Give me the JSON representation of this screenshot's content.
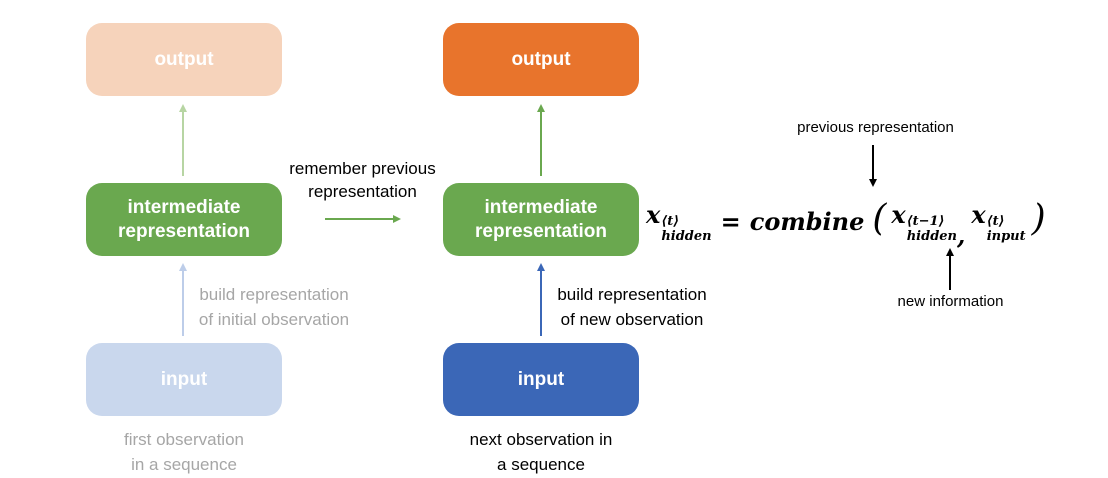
{
  "colors": {
    "orange": "#E8742C",
    "orange_faded": "#F6D3BB",
    "green": "#6AA84F",
    "green_arrow_faded": "#B7D5A3",
    "blue": "#3B67B7",
    "blue_faded": "#C9D7ED",
    "blue_arrow_faded": "#BDCDE9",
    "gray_text": "#A6A6A6",
    "ink": "#000000"
  },
  "left_column": {
    "output_label": "output",
    "intermediate_label": "intermediate representation",
    "input_label": "input",
    "build_label": "build representation\nof initial observation",
    "caption": "first observation\nin a sequence"
  },
  "middle_column": {
    "output_label": "output",
    "intermediate_label": "intermediate representation",
    "input_label": "input",
    "build_label": "build representation\nof new observation",
    "caption": "next observation in\na sequence"
  },
  "transition": {
    "label": "remember previous\nrepresentation"
  },
  "equation": {
    "lhs": {
      "base": "x",
      "sup": "⟨t⟩",
      "sub": "hidden"
    },
    "equals": "=",
    "function": "combine",
    "open_paren": "(",
    "arg1": {
      "base": "x",
      "sup": "⟨t−1⟩",
      "sub": "hidden"
    },
    "separator": ",",
    "arg2": {
      "base": "x",
      "sup": "⟨t⟩",
      "sub": "input"
    },
    "close_paren": ")"
  },
  "annotations": {
    "previous": "previous representation",
    "new": "new information"
  }
}
